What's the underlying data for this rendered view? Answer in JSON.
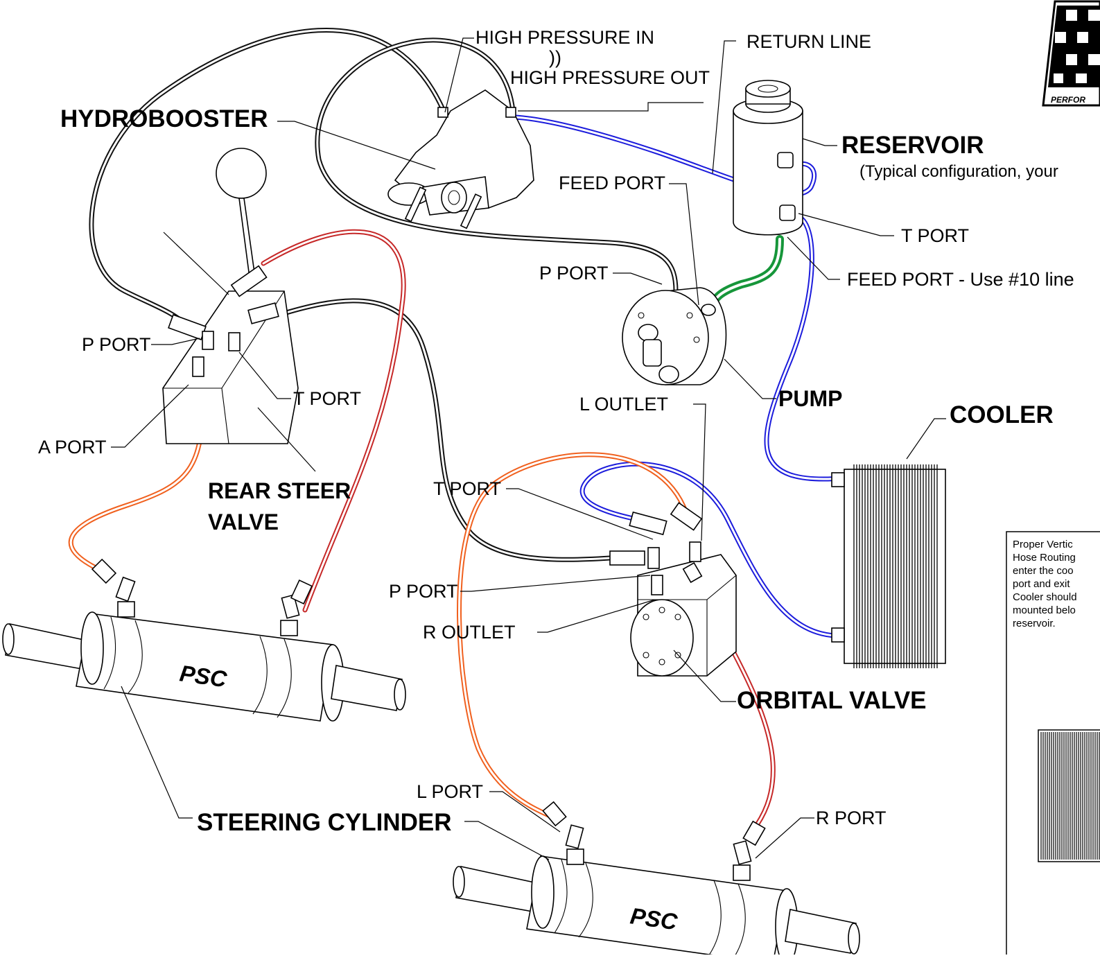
{
  "colors": {
    "black_hose": "#111111",
    "blue_hose": "#1c1cdc",
    "red_hose": "#c62828",
    "orange_hose": "#f0601e",
    "green_hose": "#16963a"
  },
  "logo": {
    "icon": "checkered-flag-logo",
    "text": "PERFOR"
  },
  "components": {
    "hydrobooster": "HYDROBOOSTER",
    "reservoir": "RESERVOIR",
    "reservoir_note": "(Typical configuration, your",
    "pump": "PUMP",
    "cooler": "COOLER",
    "rear_steer_valve_line1": "REAR STEER",
    "rear_steer_valve_line2": "VALVE",
    "orbital_valve": "ORBITAL VALVE",
    "steering_cylinder": "STEERING CYLINDER",
    "psc_left": "PSC",
    "psc_right": "PSC"
  },
  "labels": {
    "high_pressure_in": "HIGH PRESSURE IN",
    "hp_marks": "))",
    "high_pressure_out": "HIGH PRESSURE OUT",
    "return_line": "RETURN LINE",
    "reservoir_feed_port": "FEED PORT",
    "reservoir_t_port": "T PORT",
    "reservoir_feed_port_line": "FEED PORT - Use #10 line",
    "pump_p_port": "P  PORT",
    "rear_p_port": "P  PORT",
    "rear_t_port": "T PORT",
    "rear_a_port": "A  PORT",
    "orbital_l_outlet": "L  OUTLET",
    "orbital_t_port": "T PORT",
    "orbital_p_port": "P  PORT",
    "orbital_r_outlet": "R OUTLET",
    "cyl_l_port": "L PORT",
    "cyl_r_port": "R PORT"
  },
  "inset_note": [
    "Proper Vertic",
    "Hose Routing",
    "enter the coo",
    "port and exit",
    "Cooler should",
    "mounted belo",
    "reservoir."
  ]
}
